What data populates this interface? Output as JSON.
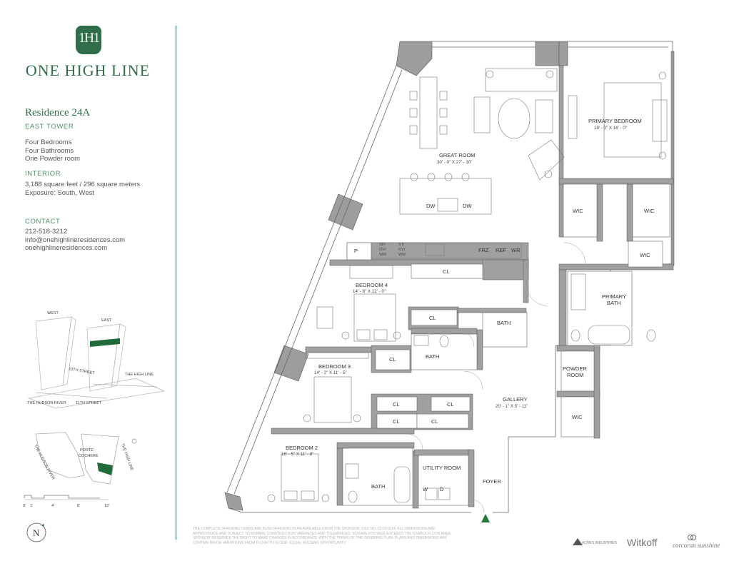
{
  "brand": {
    "logo_letters": "1H1",
    "name": "ONE HIGH LINE"
  },
  "residence": {
    "title": "Residence 24A",
    "tower": "EAST TOWER",
    "rooms": [
      "Four Bedrooms",
      "Four Bathrooms",
      "One Powder room"
    ]
  },
  "interior": {
    "heading": "INTERIOR",
    "area": "3,188 square feet / 296 square meters",
    "exposure": "Exposure: South, West"
  },
  "contact": {
    "heading": "CONTACT",
    "phone": "212-518-3212",
    "email": "info@onehighlineresidences.com",
    "website": "onehighlineresidences.com"
  },
  "building_map": {
    "west": "WEST",
    "east": "EAST",
    "street_10": "10TH STREET",
    "street_11": "11TH STREET",
    "high_line": "THE HIGH LINE",
    "hudson": "THE HUDSON RIVER"
  },
  "site_map": {
    "hudson": "THE HUDSON RIVER",
    "porte": "PORTE-",
    "cochere": "COCHERE",
    "high_line": "THE HIGH LINE"
  },
  "scale": {
    "ticks": [
      "0'",
      "1'",
      "4'",
      "8'",
      "12'"
    ]
  },
  "compass": {
    "letter": "N"
  },
  "rooms": {
    "great_room": {
      "name": "GREAT ROOM",
      "dims": "30' - 0\" X 27' - 10\""
    },
    "primary_bedroom": {
      "name": "PRIMARY BEDROOM",
      "dims": "19' - 0\" X 16' - 0\""
    },
    "primary_bath": {
      "line1": "PRIMARY",
      "line2": "BATH"
    },
    "bedroom4": {
      "name": "BEDROOM 4",
      "dims": "14' - 8\" X 12' - 0\""
    },
    "bedroom3": {
      "name": "BEDROOM 3",
      "dims": "14' - 2\" X 11' - 5\""
    },
    "bedroom2": {
      "name": "BEDROOM 2",
      "dims": "18' - 5\" X 11' - 8\""
    },
    "gallery": {
      "name": "GALLERY",
      "dims": "20' - 1\" X 5' - 11\""
    },
    "powder": {
      "line1": "POWDER",
      "line2": "ROOM"
    },
    "utility": "UTILITY ROOM",
    "foyer": "FOYER",
    "bath": "BATH",
    "wic": "WIC",
    "cl": "CL",
    "dw": "DW",
    "p": "P",
    "sp": [
      "SP/",
      "OV/",
      "WM"
    ],
    "st": [
      "ST/",
      "OV/",
      "WM"
    ],
    "frz": "FRZ",
    "ref": "REF",
    "wr": "WR",
    "w": "W",
    "d": "D"
  },
  "disclaimer": "THE COMPLETE OFFERING TERMS ARE IN AN OFFERING PLAN AVAILABLE FROM THE SPONSOR. FILE NO. CD19-0114. ALL DIMENSIONS ARE APPROXIMATE AND SUBJECT TO NORMAL CONSTRUCTION VARIANCES AND TOLERANCES. SQUARE FOOTAGE EXCEEDS THE USABLE FLOOR AREA. SPONSOR RESERVES THE RIGHT TO MAKE CHANGES IN ACCORDANCE WITH THE TERMS OF THE OFFERING PLAN. PLANS AND DIMENSIONS MAY CONTAIN MINOR VARIATIONS FROM FLOOR TO FLOOR. EQUAL HOUSING OPPORTUNITY",
  "credits": {
    "acres": "ACRES INDUSTRIES",
    "witkoff": "Witkoff",
    "corcoran": "corcoran sunshine"
  },
  "colors": {
    "brand_green": "#2f6e49",
    "wall_gray": "#999999",
    "key_green": "#1f6b3a"
  }
}
